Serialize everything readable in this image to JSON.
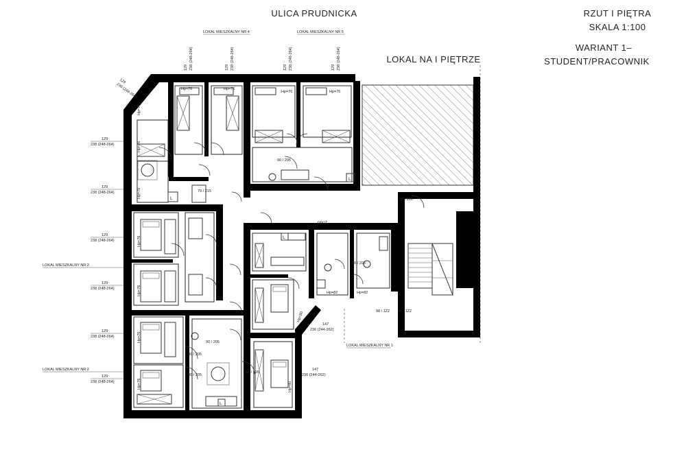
{
  "title": {
    "line1": "RZUT I PIĘTRA",
    "line2": "SKALA 1:100",
    "line3": "WARIANT 1–",
    "line4": "STUDENT/PRACOWNIK"
  },
  "street": "ULICA PRUDNICKA",
  "floor_note": "LOKAL NA I PIĘTRZE",
  "units": {
    "nr1": "LOKAL MIESZKALNY NR 1",
    "nr2": "LOKAL MIESZKALNY NR 2",
    "nr3": "LOKAL MIESZKALNY NR 3",
    "nr4": "LOKAL MIESZKALNY NR 4",
    "nr5": "LOKAL MIESZKALNY NR 5"
  },
  "window_dims": {
    "w129": "129",
    "w147": "147",
    "h238": "238 (248-264)",
    "h236": "236 (244-262)",
    "hp76": "Hp=76",
    "hp80": "Hp=80",
    "hp82": "Hp=82"
  },
  "door_dims": {
    "d90_205": "90\n205",
    "d80_205": "80\n205",
    "d79_215": "79\n215",
    "d93_195": "93\n195",
    "d98_122": "98\n122",
    "d90_200": "90\n200"
  },
  "labels": {
    "ppoz": "ppoż",
    "l": "L"
  }
}
